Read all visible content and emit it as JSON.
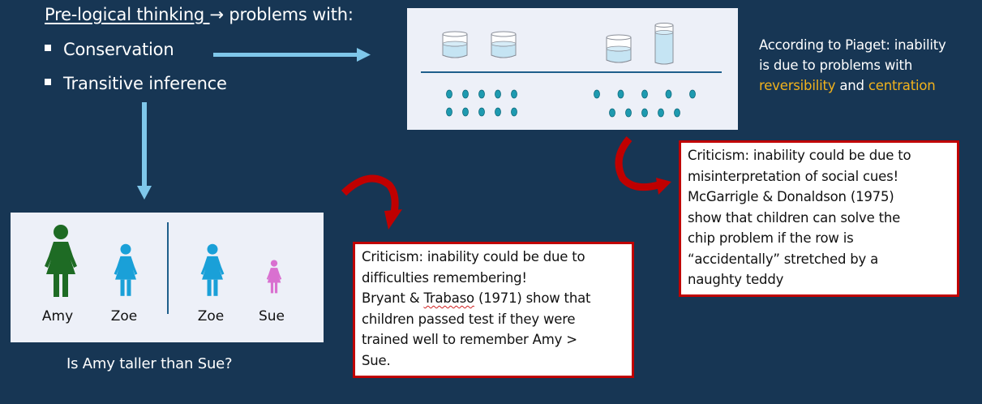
{
  "slide": {
    "title": {
      "underlined": "Pre-logical thinking ",
      "arrow": "→",
      "rest": " problems with:"
    },
    "bullets": [
      "Conservation",
      "Transitive inference"
    ],
    "piaget_note": {
      "line1": "According to Piaget: inability",
      "line2": "is due to problems with",
      "highlight1": "reversibility",
      "conjunction": " and ",
      "highlight2": "centration"
    },
    "conservation_figure": {
      "left_glasses": [
        "equal-glass",
        "equal-glass"
      ],
      "right_glasses": [
        "short-wide-glass",
        "tall-narrow-glass"
      ],
      "left_rows": [
        5,
        5
      ],
      "right_rows": [
        5,
        5
      ],
      "right_top_row": "stretched"
    },
    "transitive_figure": {
      "people": [
        {
          "name": "Amy",
          "color": "#1e6b24",
          "relative_height": 1.0
        },
        {
          "name": "Zoe",
          "color": "#1aa0d8",
          "relative_height": 0.75
        },
        {
          "name": "Zoe",
          "color": "#1aa0d8",
          "relative_height": 0.75
        },
        {
          "name": "Sue",
          "color": "#d970d0",
          "relative_height": 0.5
        }
      ]
    },
    "question": "Is Amy taller than Sue?",
    "criticism_social": {
      "lines": [
        "Criticism: inability could be due to",
        "misinterpretation of social cues!",
        "McGarrigle & Donaldson (1975)",
        "show that children can solve the",
        "chip problem if the row is",
        "“accidentally” stretched by a",
        "naughty teddy"
      ]
    },
    "criticism_memory": {
      "line1": "Criticism: inability could be due to",
      "line2": "difficulties remembering!",
      "line3_a": "Bryant & ",
      "line3_b": "Trabaso",
      "line3_c": " (1971) show that",
      "line4": "children passed test if they were",
      "line5": "trained well to remember Amy >",
      "line6": "Sue."
    },
    "colors": {
      "background": "#173654",
      "arrow_blue": "#7fc7ea",
      "criticism_red": "#c00000",
      "highlight_yellow": "#f2b21c"
    }
  }
}
